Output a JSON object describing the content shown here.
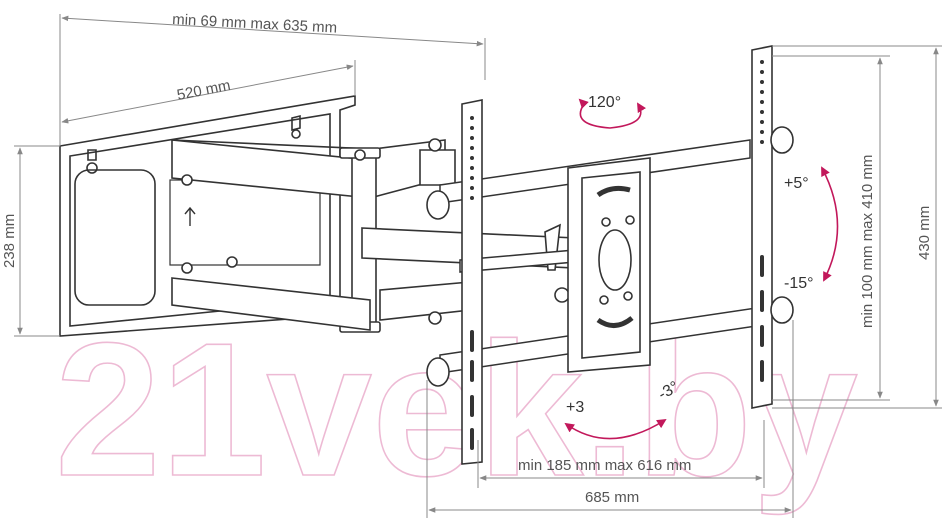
{
  "watermark": {
    "text": "21vek.by",
    "color": "#e8a3c6"
  },
  "dimensions": {
    "arm_extension": "min 69 mm max 635 mm",
    "wall_plate_width": "520 mm",
    "wall_plate_height": "238 mm",
    "vesa_vertical": "min 100 mm max 410 mm",
    "bracket_height": "430 mm",
    "vesa_horizontal": "min 185 mm max 616 mm",
    "bracket_width": "685 mm"
  },
  "angles": {
    "swivel": "120°",
    "tilt_up": "+5°",
    "tilt_down": "-15°",
    "level_plus": "+3",
    "level_minus": "-3°"
  },
  "colors": {
    "line": "#333333",
    "dim_line": "#888888",
    "accent": "#c2185b"
  }
}
